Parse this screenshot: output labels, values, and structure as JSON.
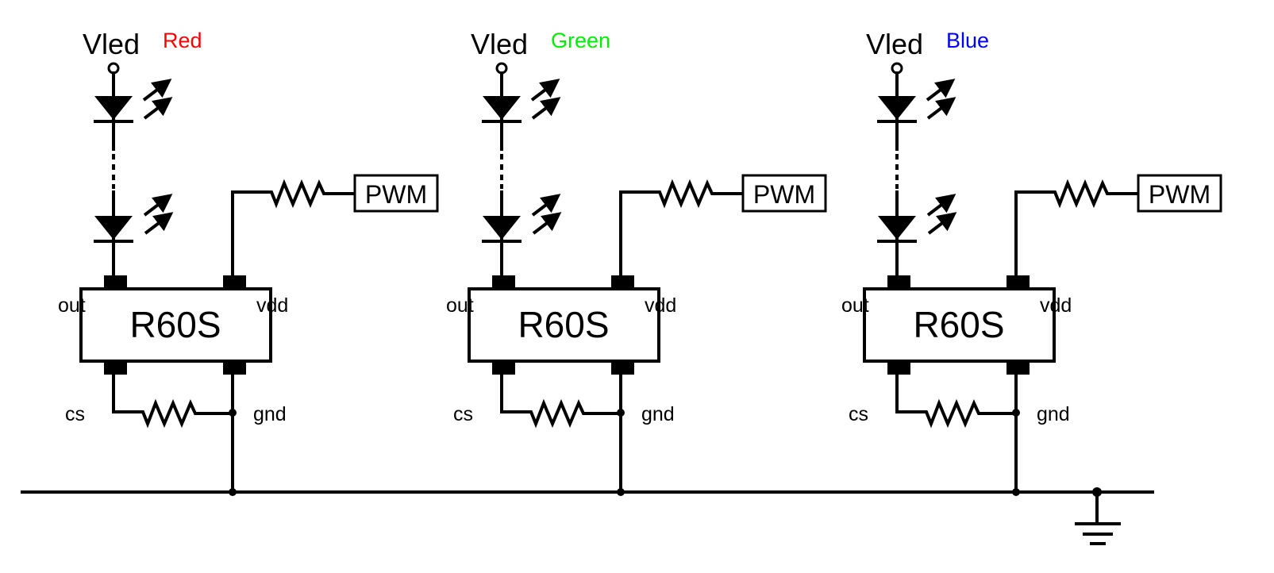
{
  "channels": [
    {
      "supply": "Vled",
      "color_label": "Red",
      "color": "#ff0000",
      "chip": "R60S",
      "pwm": "PWM",
      "pins": {
        "out": "out",
        "vdd": "vdd",
        "cs": "cs",
        "gnd": "gnd"
      }
    },
    {
      "supply": "Vled",
      "color_label": "Green",
      "color": "#00ee00",
      "chip": "R60S",
      "pwm": "PWM",
      "pins": {
        "out": "out",
        "vdd": "vdd",
        "cs": "cs",
        "gnd": "gnd"
      }
    },
    {
      "supply": "Vled",
      "color_label": "Blue",
      "color": "#0000ff",
      "chip": "R60S",
      "pwm": "PWM",
      "pins": {
        "out": "out",
        "vdd": "vdd",
        "cs": "cs",
        "gnd": "gnd"
      }
    }
  ],
  "ground_symbol": "ground-icon"
}
